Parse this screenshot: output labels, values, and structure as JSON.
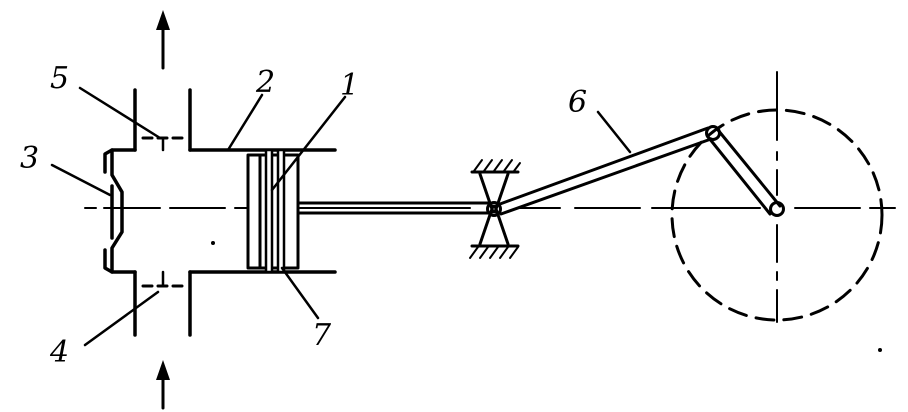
{
  "diagram": {
    "labels": {
      "piston": "1",
      "cylinder": "2",
      "cylinder_head": "3",
      "intake_valve": "4",
      "exhaust_valve": "5",
      "connecting_rod": "6",
      "piston_rings": "7"
    }
  },
  "colors": {
    "ink": "#000000",
    "background": "#ffffff"
  }
}
